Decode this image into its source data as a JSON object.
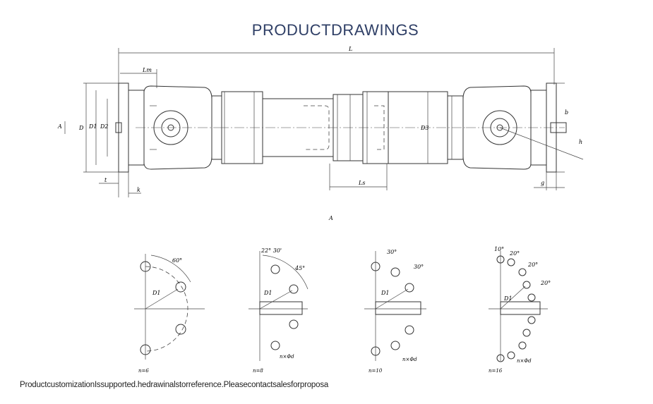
{
  "header": {
    "title": "PRODUCTDRAWINGS"
  },
  "footer": {
    "note": "ProductcustomizationIssupported.hedrawinalstorreference.Pleasecontactsalesforproposa"
  },
  "drawing": {
    "labels": {
      "L": "L",
      "Lm": "Lm",
      "Ls": "Ls",
      "D": "D",
      "D1": "D1",
      "D2": "D2",
      "D3": "D3",
      "t": "t",
      "k": "k",
      "b": "b",
      "g": "g",
      "h": "h",
      "A_left": "A",
      "A_bottom": "A"
    },
    "flanges": [
      {
        "n": "n=6",
        "angle1": "60°",
        "angle2": "",
        "hole": "",
        "d1": "D1"
      },
      {
        "n": "n=8",
        "angle1": "22° 30'",
        "angle2": "45°",
        "hole": "n×Φd",
        "d1": "D1"
      },
      {
        "n": "n=10",
        "angle1": "30°",
        "angle2": "30°",
        "hole": "n×Φd",
        "d1": "D1"
      },
      {
        "n": "n=16",
        "angle1": "10°",
        "angle2": "20°",
        "angle3": "20°",
        "angle4": "20°",
        "hole": "n×Φd",
        "d1": "D1"
      }
    ]
  }
}
